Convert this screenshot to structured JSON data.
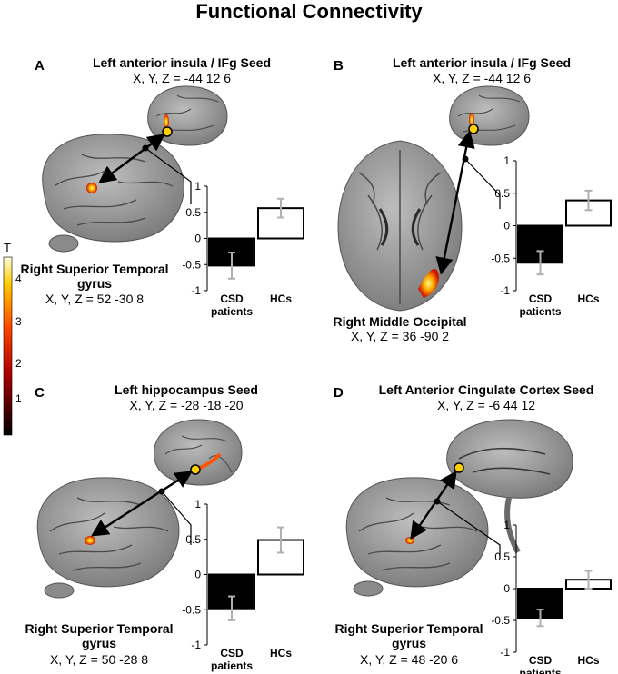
{
  "figure_title": "Functional Connectivity",
  "colorbar": {
    "label": "T",
    "ticks": [
      "4",
      "3",
      "2",
      "1"
    ]
  },
  "panels": [
    {
      "label": "A",
      "seed_name": "Left anterior insula / IFg Seed",
      "seed_coords": "X, Y, Z = -44 12 6",
      "region_line1": "Right Superior Temporal",
      "region_line2": "gyrus",
      "region_coords": "X, Y, Z = 52 -30 8"
    },
    {
      "label": "B",
      "seed_name": "Left anterior insula / IFg Seed",
      "seed_coords": "X, Y, Z = -44 12 6",
      "region_line1": "Right Middle Occipital",
      "region_line2": "",
      "region_coords": "X, Y, Z = 36 -90 2"
    },
    {
      "label": "C",
      "seed_name": "Left hippocampus Seed",
      "seed_coords": "X, Y, Z = -28 -18 -20",
      "region_line1": "Right Superior Temporal",
      "region_line2": "gyrus",
      "region_coords": "X, Y, Z = 50 -28 8"
    },
    {
      "label": "D",
      "seed_name": "Left Anterior Cingulate Cortex Seed",
      "seed_coords": "X, Y, Z = -6 44 12",
      "region_line1": "Right Superior Temporal",
      "region_line2": "gyrus",
      "region_coords": "X, Y, Z = 48 -20 6"
    }
  ],
  "chart_data": [
    {
      "type": "bar",
      "panel": "A",
      "categories": [
        "CSD patients",
        "HCs"
      ],
      "values": [
        -0.52,
        0.58
      ],
      "errors": [
        0.25,
        0.18
      ],
      "colors": [
        "#000000",
        "#ffffff"
      ],
      "ylim": [
        -1,
        1
      ],
      "yticks": [
        "1",
        "0.5",
        "0",
        "-0.5",
        "-1"
      ]
    },
    {
      "type": "bar",
      "panel": "B",
      "categories": [
        "CSD patients",
        "HCs"
      ],
      "values": [
        -0.57,
        0.39
      ],
      "errors": [
        0.18,
        0.15
      ],
      "colors": [
        "#000000",
        "#ffffff"
      ],
      "ylim": [
        -1,
        1
      ],
      "yticks": [
        "1",
        "0.5",
        "0",
        "-0.5",
        "-1"
      ]
    },
    {
      "type": "bar",
      "panel": "C",
      "categories": [
        "CSD patients",
        "HCs"
      ],
      "values": [
        -0.48,
        0.49
      ],
      "errors": [
        0.17,
        0.18
      ],
      "colors": [
        "#000000",
        "#ffffff"
      ],
      "ylim": [
        -1,
        1
      ],
      "yticks": [
        "1",
        "0.5",
        "0",
        "-0.5",
        "-1"
      ]
    },
    {
      "type": "bar",
      "panel": "D",
      "categories": [
        "CSD patients",
        "HCs"
      ],
      "values": [
        -0.46,
        0.14
      ],
      "errors": [
        0.13,
        0.14
      ],
      "colors": [
        "#000000",
        "#ffffff"
      ],
      "ylim": [
        -1,
        1
      ],
      "yticks": [
        "1",
        "0.5",
        "0",
        "-0.5",
        "-1"
      ]
    }
  ]
}
